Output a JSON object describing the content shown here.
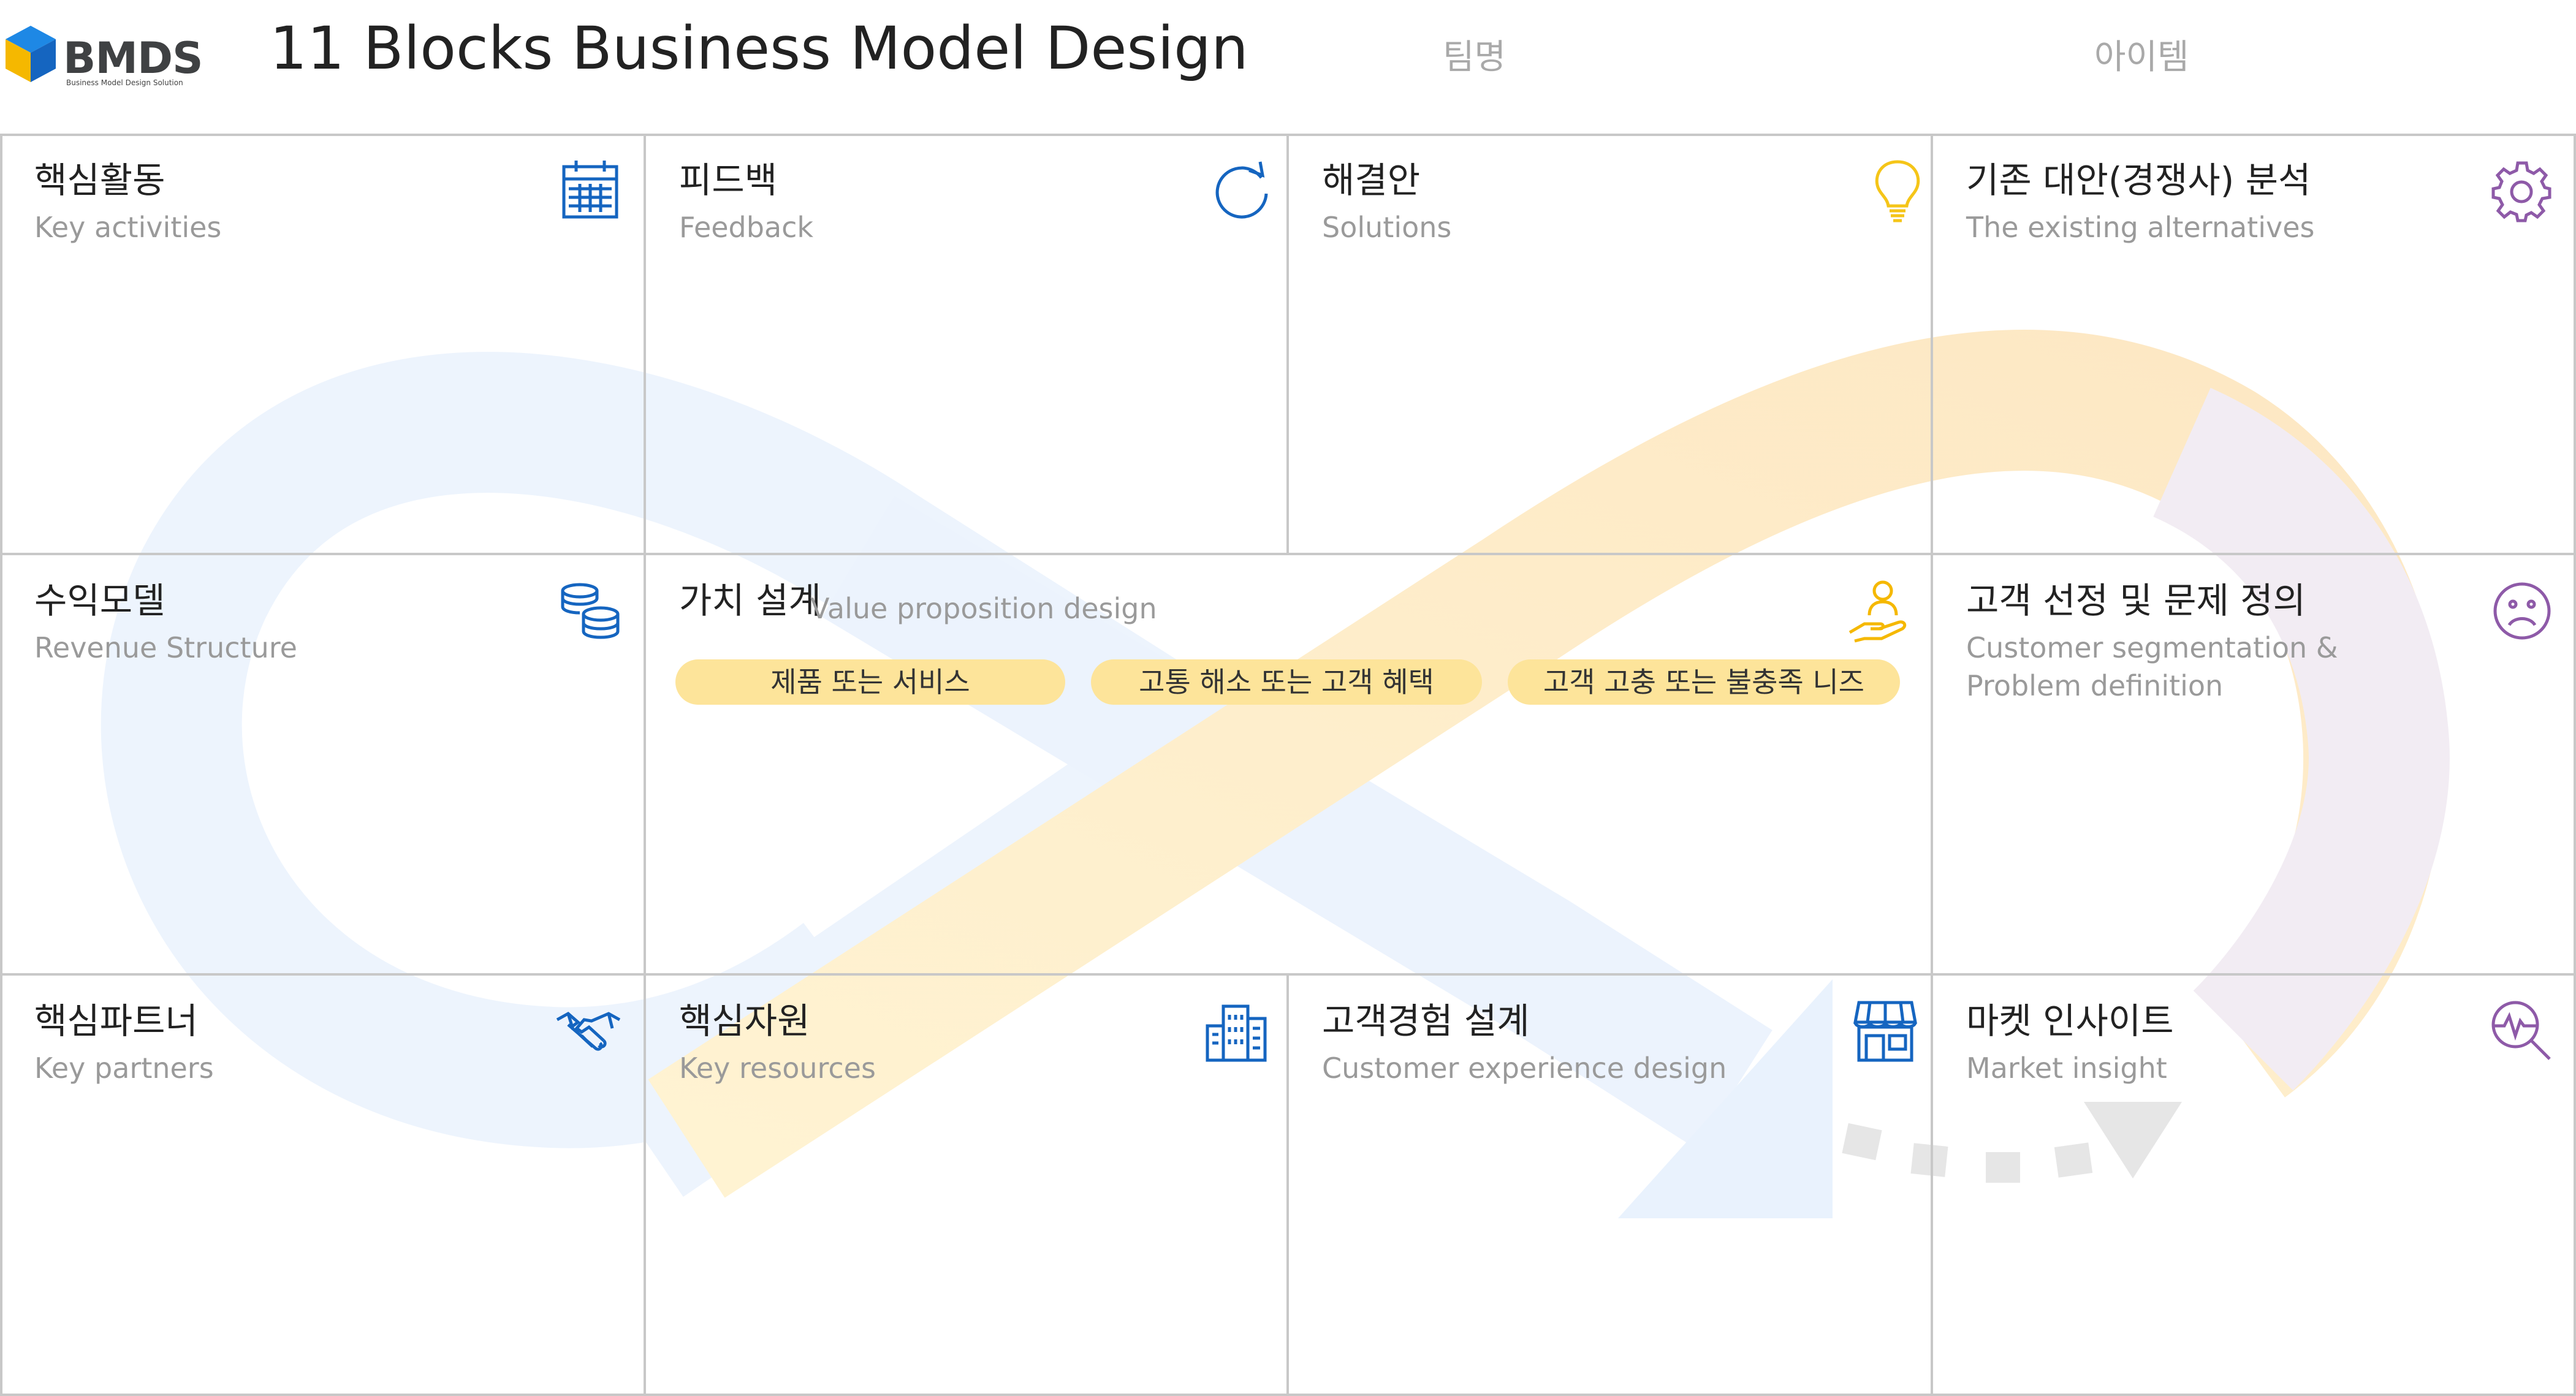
{
  "header": {
    "logo_text": "BMDS",
    "logo_sub": "Business Model Design Solution",
    "title": "11 Blocks Business Model Design",
    "team_label": "팀명",
    "item_label": "아이템"
  },
  "blocks": {
    "key_activities": {
      "title": "핵심활동",
      "subtitle": "Key activities",
      "icon": "calendar-icon"
    },
    "feedback": {
      "title": "피드백",
      "subtitle": "Feedback",
      "icon": "refresh-icon"
    },
    "solutions": {
      "title": "해결안",
      "subtitle": "Solutions",
      "icon": "lightbulb-icon"
    },
    "existing_alternatives": {
      "title": "기존 대안(경쟁사) 분석",
      "subtitle": "The existing alternatives",
      "icon": "gear-icon"
    },
    "revenue_model": {
      "title": "수익모델",
      "subtitle": "Revenue Structure",
      "icon": "coins-icon"
    },
    "value_proposition": {
      "title": "가치 설계",
      "subtitle": "Value proposition design",
      "icon": "person-hand-icon",
      "pills": [
        "제품 또는 서비스",
        "고통 해소 또는 고객 혜택",
        "고객 고충 또는 불충족 니즈"
      ]
    },
    "customer_segmentation": {
      "title": "고객 선정 및 문제 정의",
      "subtitle": "Customer segmentation &\nProblem definition",
      "icon": "sad-face-icon"
    },
    "key_partners": {
      "title": "핵심파트너",
      "subtitle": "Key partners",
      "icon": "handshake-icon"
    },
    "key_resources": {
      "title": "핵심자원",
      "subtitle": "Key resources",
      "icon": "buildings-icon"
    },
    "customer_experience": {
      "title": "고객경험 설계",
      "subtitle": "Customer experience design",
      "icon": "store-icon"
    },
    "market_insight": {
      "title": "마켓 인사이트",
      "subtitle": "Market insight",
      "icon": "search-pulse-icon"
    }
  },
  "colors": {
    "accent_blue": "#1565c0",
    "accent_yellow": "#f5c518",
    "accent_purple": "#8e5aa8",
    "pill": "#fde49a",
    "grid_line": "#c8c8c8"
  }
}
